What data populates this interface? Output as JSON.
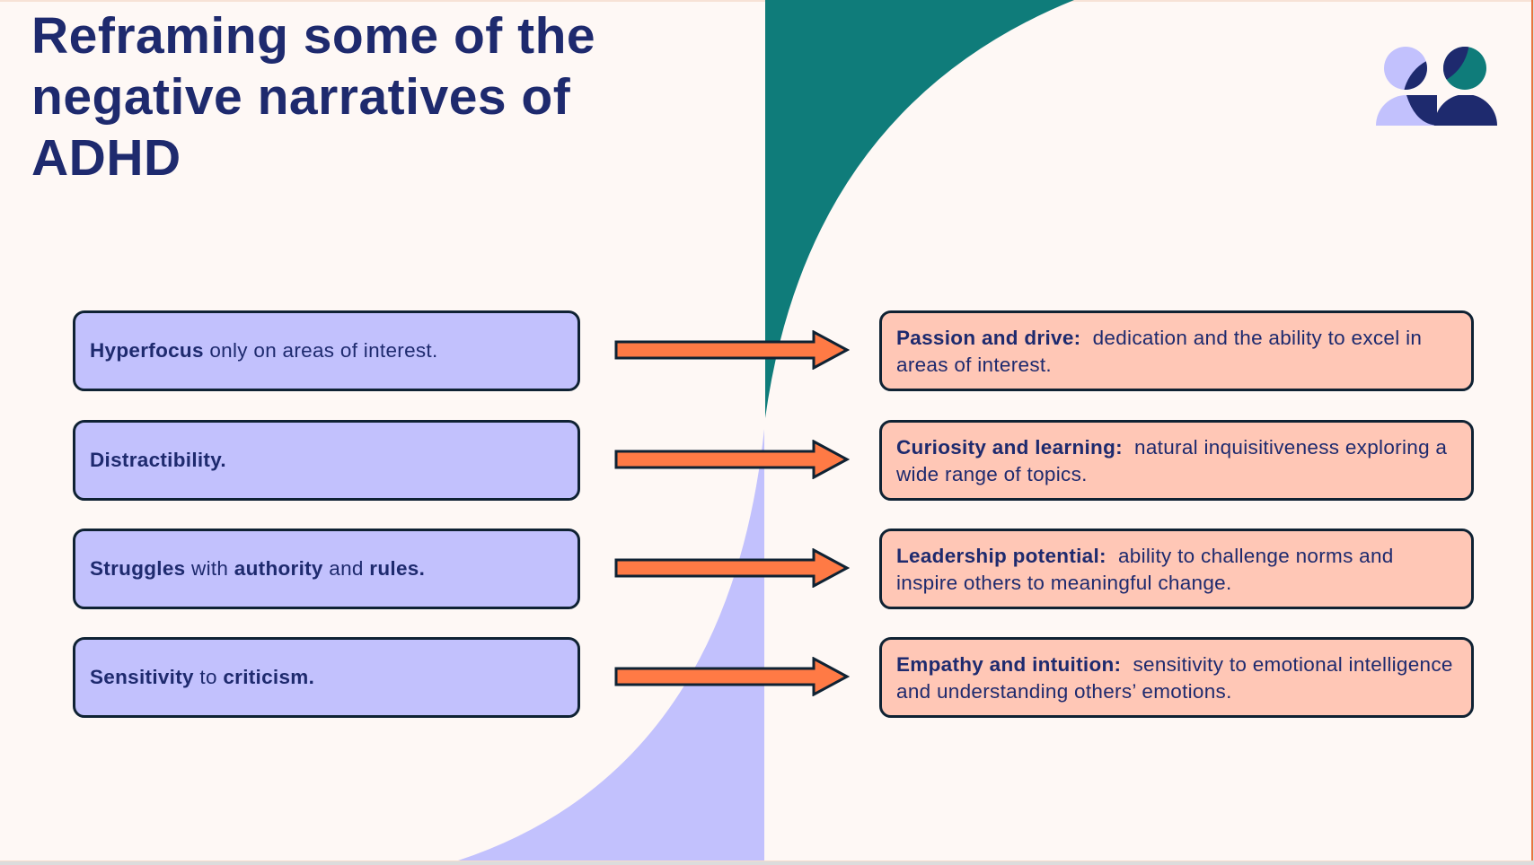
{
  "title": {
    "lines": [
      "Reframing some of the",
      "negative narratives of",
      "ADHD"
    ]
  },
  "colors": {
    "background": "#FEF8F5",
    "navy": "#1E2A6E",
    "lavender": "#C2C1FD",
    "peach": "#FFC7B6",
    "teal": "#0F7C7A",
    "orange": "#FF7A45",
    "border": "#0F2233"
  },
  "icons": {
    "arrow": "right-arrow-icon",
    "people": "people-icon"
  },
  "rows": [
    {
      "negative": [
        {
          "text": "Hyperfocus",
          "bold": true
        },
        {
          "text": " only on areas of interest.",
          "bold": false
        }
      ],
      "positive_heading": "Passion and drive:",
      "positive_text": "dedication and the ability to excel in areas of interest."
    },
    {
      "negative": [
        {
          "text": "Distractibility.",
          "bold": true
        }
      ],
      "positive_heading": "Curiosity and learning:",
      "positive_text": "natural inquisitiveness exploring a wide range of topics."
    },
    {
      "negative": [
        {
          "text": "Struggles",
          "bold": true
        },
        {
          "text": " with ",
          "bold": false
        },
        {
          "text": "authority",
          "bold": true
        },
        {
          "text": " and ",
          "bold": false
        },
        {
          "text": "rules.",
          "bold": true
        }
      ],
      "positive_heading": "Leadership potential:",
      "positive_text": "ability to challenge norms and inspire others to meaningful change."
    },
    {
      "negative": [
        {
          "text": "Sensitivity",
          "bold": true
        },
        {
          "text": " to ",
          "bold": false
        },
        {
          "text": "criticism.",
          "bold": true
        }
      ],
      "positive_heading": "Empathy and intuition:",
      "positive_text": "sensitivity to emotional intelligence and understanding others’ emotions."
    }
  ]
}
